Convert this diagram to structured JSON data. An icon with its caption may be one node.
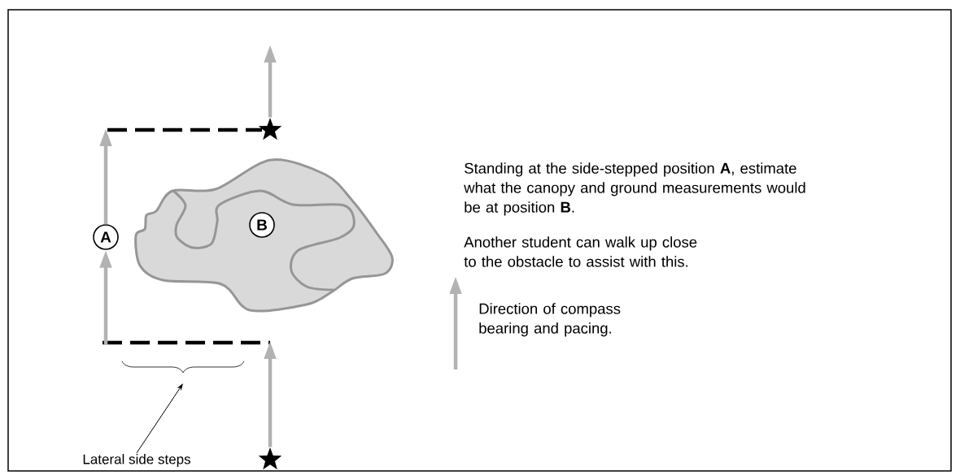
{
  "diagram": {
    "nodes": [
      {
        "text": [],
        "shape": "cloud"
      },
      {
        "text": [
          "B"
        ],
        "in": 0
      },
      {
        "text": [
          "A"
        ]
      },
      {
        "text": [],
        "shape": "star"
      },
      {
        "text": [],
        "shape": "star"
      },
      {
        "text": [
          "Lateral side steps"
        ]
      },
      {
        "text": [],
        "shape": "brace"
      }
    ],
    "edges": [
      {
        "from": 4,
        "to": null,
        "arrow": "to"
      },
      {
        "from": null,
        "to": 2,
        "arrow": "to"
      },
      {
        "from": 2,
        "to": null,
        "arrow": "to"
      },
      {
        "from": 3,
        "to": null,
        "arrow": "to"
      },
      {
        "from": 5,
        "to": 6,
        "arrow": "to",
        "color": "#000000"
      }
    ],
    "labels": [
      "Standing at the side-stepped position **A**, estimate what the canopy and ground measurements would be at position **B**.",
      "Another student can walk up close to the obstacle to assist with this."
    ],
    "legend": [
      {
        "text": "Direction of compass bearing and pacing."
      }
    ]
  }
}
